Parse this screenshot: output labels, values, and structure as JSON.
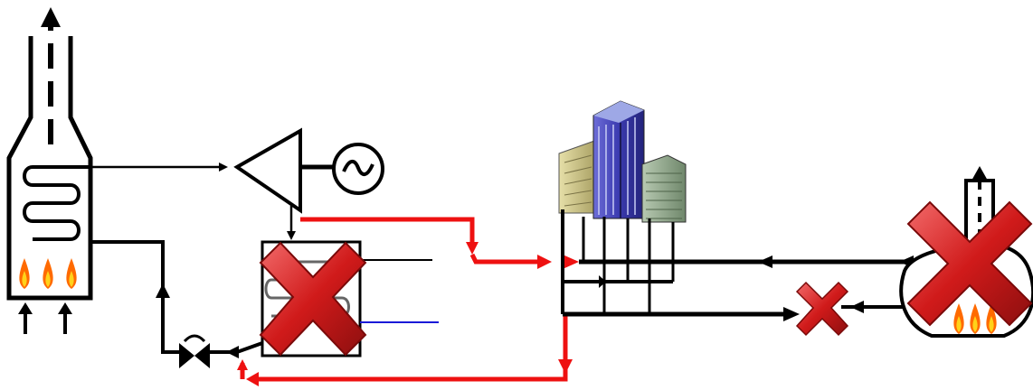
{
  "colors": {
    "background": "#ffffff",
    "pipe": "#000000",
    "heat_pipe": "#ee1111",
    "cold_water": "#1a1ad8",
    "flame_outer": "#ff6a00",
    "flame_inner": "#ffd21a",
    "cross_red": "#d01a1a",
    "cross_highlight": "#f26a6a",
    "building_blue": "#3b3bb0",
    "building_tan": "#c9c184",
    "building_green": "#8fa98a"
  },
  "components": [
    {
      "id": "boiler-stack",
      "icon": "boiler-with-flames"
    },
    {
      "id": "steam-turbine",
      "icon": "turbine-triangle"
    },
    {
      "id": "generator",
      "icon": "generator-tilde"
    },
    {
      "id": "condenser-heat-exchanger",
      "icon": "heat-exchanger",
      "status": "crossed-out"
    },
    {
      "id": "feed-pump",
      "icon": "pump-valve"
    },
    {
      "id": "district-buildings",
      "icon": "office-buildings"
    },
    {
      "id": "circulation-valve",
      "icon": "valve",
      "status": "crossed-out"
    },
    {
      "id": "peak-boiler",
      "icon": "boiler-with-flames",
      "status": "crossed-out"
    }
  ]
}
